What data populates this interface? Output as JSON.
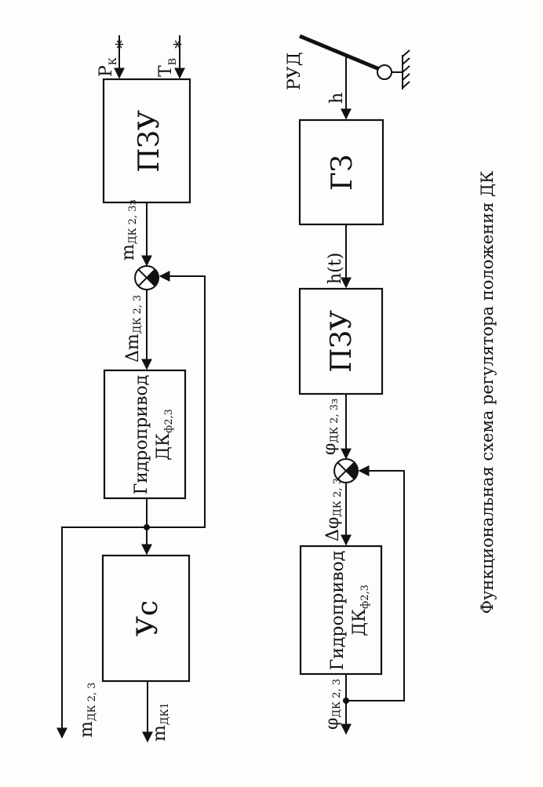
{
  "caption": "Функциональная схема регулятора положения ДК",
  "top_scheme": {
    "input_pk": {
      "main": "P",
      "sub": "К",
      "sup": "*"
    },
    "input_tv": {
      "main": "T",
      "sub": "В",
      "sup": "*"
    },
    "block_pzu": "ПЗУ",
    "signal_setpoint": {
      "main": "m",
      "sub": "ДК 2, 3з"
    },
    "signal_error": {
      "main": "Δm",
      "sub": "ДК 2, 3"
    },
    "block_drive": {
      "line1": "Гидропривод",
      "line2_main": "ДК",
      "line2_sub": "ф2,3"
    },
    "block_us": "Ус",
    "output_m23": {
      "main": "m",
      "sub": "ДК 2, 3"
    },
    "output_m1": {
      "main": "m",
      "sub": "ДК1"
    }
  },
  "bottom_scheme": {
    "rud_label": "РУД",
    "signal_h": "h",
    "block_gz": "ГЗ",
    "signal_ht": "h(t)",
    "block_pzu": "ПЗУ",
    "signal_setpoint": {
      "main": "φ",
      "sub": "ДК 2, 3з"
    },
    "signal_error": {
      "main": "Δφ",
      "sub": "ДК 2, 3"
    },
    "block_drive": {
      "line1": "Гидропривод",
      "line2_main": "ДК",
      "line2_sub": "ф2,3"
    },
    "output_phi": {
      "main": "φ",
      "sub": "ДК 2, 3"
    }
  }
}
